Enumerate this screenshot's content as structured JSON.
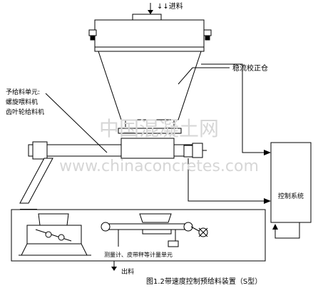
{
  "labels": {
    "inlet": "↓↓进料",
    "bin": "稳流校正仓",
    "feeder_unit": "予给料单元:",
    "feeder_option1": "螺旋喂料机",
    "feeder_option2": "齿叶轮给料机",
    "control_system": "控制系统",
    "weigh_unit": "测量计、皮带秤等计量单元",
    "outlet": "出料",
    "caption": "图1.2带速度控制预给料装置（S型）"
  },
  "watermark": {
    "line1": "中国混凝土网",
    "line2": "www.chinaconcretes.com"
  },
  "colors": {
    "line": "#000000",
    "fill": "#ffffff",
    "watermark": "#d6d6d6"
  }
}
